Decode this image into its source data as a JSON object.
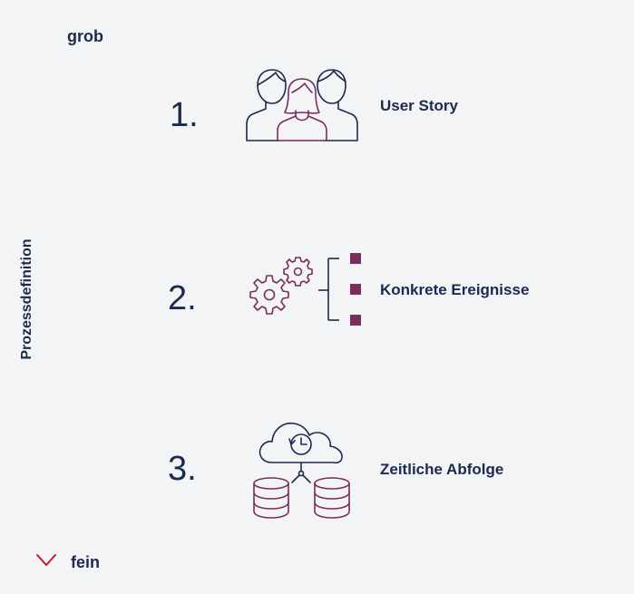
{
  "axis": {
    "title": "Prozessdefinition",
    "top_label": "grob",
    "bottom_label": "fein",
    "gradient_top_color": "#1b2a4e",
    "gradient_bottom_color": "#c4122f"
  },
  "steps": [
    {
      "number": "1.",
      "label": "User Story",
      "icon": "people-icon"
    },
    {
      "number": "2.",
      "label": "Konkrete Ereignisse",
      "icon": "gears-icon"
    },
    {
      "number": "3.",
      "label": "Zeitliche Abfolge",
      "icon": "cloud-database-icon"
    }
  ],
  "colors": {
    "navy": "#1b2a4e",
    "plum": "#7a2d5c",
    "background": "#f3f4f6"
  }
}
